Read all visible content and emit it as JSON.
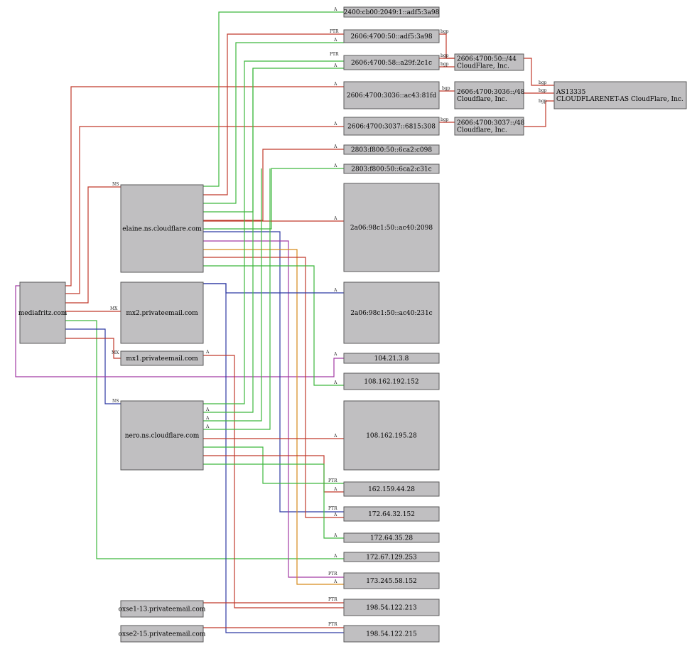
{
  "colors": {
    "A": "#3db83d",
    "A_red": "#c0392b",
    "NS": "#c0392b",
    "MX": "#c0392b",
    "PTR": "#3db83d",
    "bgp": "#c0392b",
    "blue": "#2f3aa3",
    "purple": "#a23aa3",
    "orange": "#d68a1a",
    "node_fill": "#c0bfc1"
  },
  "nodes": [
    {
      "id": "mediafritz",
      "label": "mediafritz.com"
    },
    {
      "id": "elaine",
      "label": "elaine.ns.cloudflare.com"
    },
    {
      "id": "mx2",
      "label": "mx2.privateemail.com"
    },
    {
      "id": "mx1",
      "label": "mx1.privateemail.com"
    },
    {
      "id": "nero",
      "label": "nero.ns.cloudflare.com"
    },
    {
      "id": "oxse113",
      "label": "oxse1-13.privateemail.com"
    },
    {
      "id": "oxse215",
      "label": "oxse2-15.privateemail.com"
    },
    {
      "id": "ip6_1",
      "label": "2400:cb00:2049:1::adf5:3a98"
    },
    {
      "id": "ip6_2",
      "label": "2606:4700:50::adf5:3a98"
    },
    {
      "id": "ip6_3",
      "label": "2606:4700:58::a29f:2c1c"
    },
    {
      "id": "ip6_4",
      "label": "2606:4700:3036::ac43:81fd"
    },
    {
      "id": "ip6_5",
      "label": "2606:4700:3037::6815:308"
    },
    {
      "id": "ip6_6",
      "label": "2803:f800:50::6ca2:c098"
    },
    {
      "id": "ip6_7",
      "label": "2803:f800:50::6ca2:c31c"
    },
    {
      "id": "ip6_8",
      "label": "2a06:98c1:50::ac40:2098"
    },
    {
      "id": "ip6_9",
      "label": "2a06:98c1:50::ac40:231c"
    },
    {
      "id": "ip4_1",
      "label": "104.21.3.8"
    },
    {
      "id": "ip4_2",
      "label": "108.162.192.152"
    },
    {
      "id": "ip4_3",
      "label": "108.162.195.28"
    },
    {
      "id": "ip4_4",
      "label": "162.159.44.28"
    },
    {
      "id": "ip4_5",
      "label": "172.64.32.152"
    },
    {
      "id": "ip4_6",
      "label": "172.64.35.28"
    },
    {
      "id": "ip4_7",
      "label": "172.67.129.253"
    },
    {
      "id": "ip4_8",
      "label": "173.245.58.152"
    },
    {
      "id": "ip4_9",
      "label": "198.54.122.213"
    },
    {
      "id": "ip4_10",
      "label": "198.54.122.215"
    },
    {
      "id": "pfx44",
      "label": [
        "2606:4700:50::/44",
        "CloudFlare, Inc."
      ]
    },
    {
      "id": "pfx48a",
      "label": [
        "2606:4700:3036::/48",
        "Cloudflare, Inc."
      ]
    },
    {
      "id": "pfx48b",
      "label": [
        "2606:4700:3037::/48",
        "Cloudflare, Inc."
      ]
    },
    {
      "id": "as13335",
      "label": [
        "AS13335",
        "CLOUDFLARENET-AS CloudFlare, Inc."
      ]
    }
  ],
  "edge_labels": {
    "A": "A",
    "NS": "NS",
    "MX": "MX",
    "PTR": "PTR",
    "bgp": "bgp"
  }
}
